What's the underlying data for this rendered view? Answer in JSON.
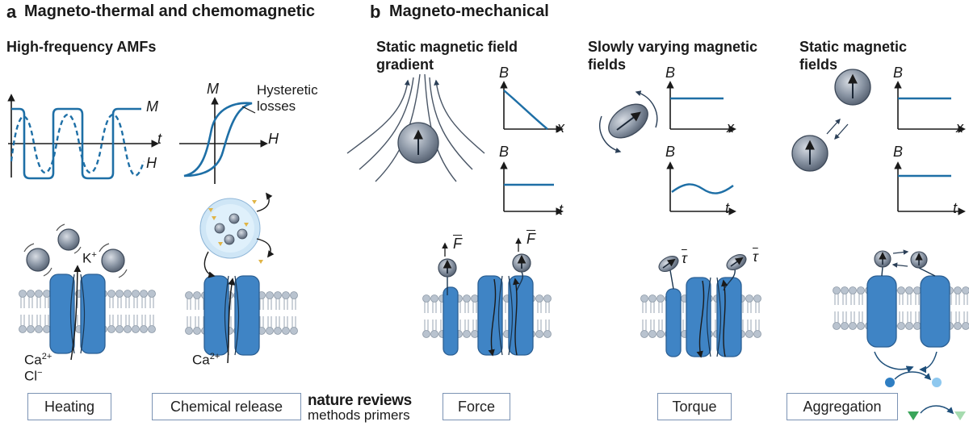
{
  "panel_a": {
    "letter": "a",
    "title": "Magneto-thermal and chemomagnetic",
    "subtitle": "High-frequency AMFs",
    "hysteresis_label_line1": "Hysteretic",
    "hysteresis_label_line2": "losses",
    "wave_labels": {
      "M": "M",
      "t": "t",
      "H": "H"
    },
    "loop_labels": {
      "M": "M",
      "H": "H"
    },
    "ion_label": "K",
    "ion_charge": "+",
    "ion_ca": "Ca",
    "ion_ca_charge": "2+",
    "ion_cl": "Cl",
    "ion_cl_charge": "−",
    "ion_ca2": "Ca",
    "ion_ca2_charge": "2+",
    "boxes": [
      "Heating",
      "Chemical release"
    ]
  },
  "brand": {
    "line1": "nature reviews",
    "line2": "methods primers"
  },
  "panel_b": {
    "letter": "b",
    "title": "Magneto-mechanical",
    "columns": [
      {
        "subtitle_line1": "Static magnetic field",
        "subtitle_line2": "gradient",
        "top_graph": {
          "y": "B",
          "x": "x"
        },
        "bottom_graph": {
          "y": "B",
          "x": "t"
        },
        "symbol": "F",
        "box": "Force"
      },
      {
        "subtitle_line1": "Slowly varying magnetic",
        "subtitle_line2": "fields",
        "top_graph": {
          "y": "B",
          "x": "x"
        },
        "bottom_graph": {
          "y": "B",
          "x": "t"
        },
        "symbol": "τ",
        "box": "Torque"
      },
      {
        "subtitle_line1": "Static magnetic",
        "subtitle_line2": "fields",
        "top_graph": {
          "y": "B",
          "x": "x"
        },
        "bottom_graph": {
          "y": "B",
          "x": "t"
        },
        "box": "Aggregation"
      }
    ]
  },
  "colors": {
    "blue": "#1e6fa6",
    "channel": "#3f84c5",
    "channel_dark": "#2b5f93",
    "particle": "#6d7a8c",
    "lipid": "#b9c3cf",
    "box_border": "#7b93b4",
    "vesicle": "#cfe6f6",
    "triangle": "#e0b446",
    "green": "#3aa55a"
  }
}
